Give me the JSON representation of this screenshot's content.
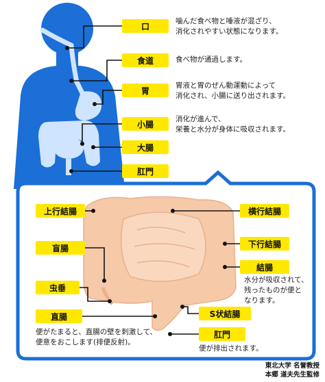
{
  "colors": {
    "body": "#1b6fd6",
    "frame": "#1b6fd6",
    "label_bg": "#ffe800",
    "organ": "#f6c9a8",
    "organ_outline": "#eab08c",
    "leader": "#111111"
  },
  "upper": {
    "labels": {
      "mouth": "口",
      "esophagus": "食道",
      "stomach": "胃",
      "small_intestine": "小腸",
      "large_intestine": "大腸",
      "anus": "肛門"
    },
    "descriptions": {
      "mouth": [
        "噛んだ食べ物と唾液が混ざり、",
        "消化されやすい状態になります。"
      ],
      "esophagus": [
        "食べ物が通過します。"
      ],
      "stomach": [
        "胃液と胃のぜん動運動によって",
        "消化され、小腸に送り出されます。"
      ],
      "small_intestine": [
        "消化が進んで、",
        "栄養と水分が身体に吸収されます。"
      ]
    }
  },
  "lower": {
    "labels": {
      "ascending_colon": "上行結腸",
      "transverse_colon": "横行結腸",
      "descending_colon": "下行結腸",
      "colon": "結腸",
      "cecum": "盲腸",
      "appendix": "虫垂",
      "rectum": "直腸",
      "sigmoid_colon": "S状結腸",
      "anus": "肛門"
    },
    "descriptions": {
      "colon": [
        "水分が吸収されて、",
        "残ったものが便と",
        "なります。"
      ],
      "rectum": [
        "便がたまると、直腸の壁を刺激して、",
        "便意をおこします(排便反射)。"
      ],
      "anus": [
        "便が排出されます。"
      ]
    }
  },
  "credit": [
    "東北大学 名誉教授",
    "本郷 道夫先生監修"
  ]
}
